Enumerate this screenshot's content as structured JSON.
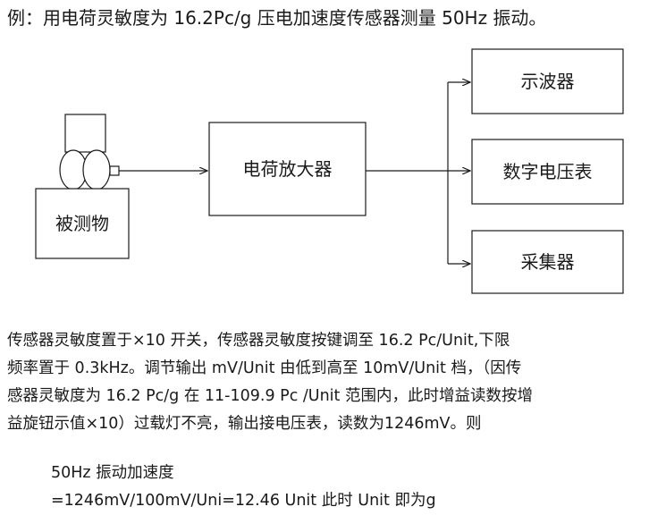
{
  "title": "例：用电荷灵敏度为 16.2Pc/g 压电加速度传感器测量 50Hz 振动。",
  "diagram": {
    "object_label": "被测物",
    "amplifier_label": "电荷放大器",
    "outputs": [
      "示波器",
      "数字电压表",
      "采集器"
    ],
    "line_color": "#1a1a1a"
  },
  "paragraph": {
    "lines": [
      "传感器灵敏度置于×10  开关，传感器灵敏度按键调至  16.2  Pc/Unit,下限",
      "频率置于 0.3kHz。调节输出 mV/Unit 由低到高至 10mV/Unit 档，（因传",
      "感器灵敏度为 16.2 Pc/g 在 11-109.9 Pc /Unit 范围内，此时增益读数按增",
      "益旋钮示值×10）过载灯不亮，输出接电压表，读数为1246mV。则"
    ]
  },
  "calculation": {
    "lines": [
      "50Hz 振动加速度",
      "=1246mV/100mV/Uni=12.46 Unit 此时 Unit 即为g"
    ]
  }
}
